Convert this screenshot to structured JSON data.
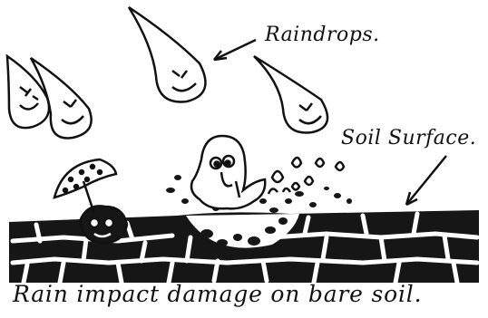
{
  "labels": {
    "raindrops": "Raindrops.",
    "soil_surface": "Soil Surface.",
    "caption": "Rain impact damage on bare soil."
  },
  "colors": {
    "ink": "#111111",
    "paper": "#ffffff",
    "stone": "#1a1a1a"
  },
  "icons": [
    "raindrop-icon",
    "umbrella-icon",
    "splash-figure-icon",
    "soil-creature-icon",
    "arrow-icon"
  ]
}
